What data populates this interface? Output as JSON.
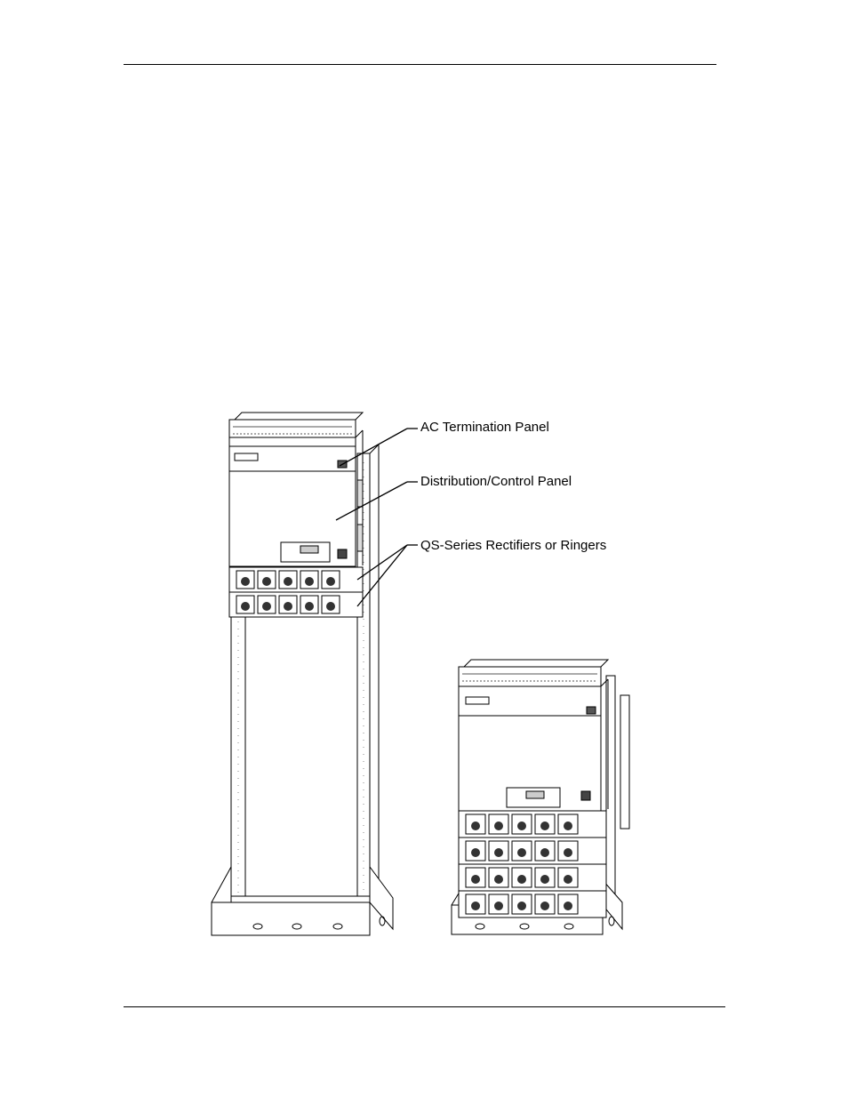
{
  "figure": {
    "callouts": {
      "ac_termination_panel": "AC Termination Panel",
      "distribution_control_panel": "Distribution/Control Panel",
      "rectifiers_ringers": "QS-Series Rectifiers or Ringers"
    }
  }
}
